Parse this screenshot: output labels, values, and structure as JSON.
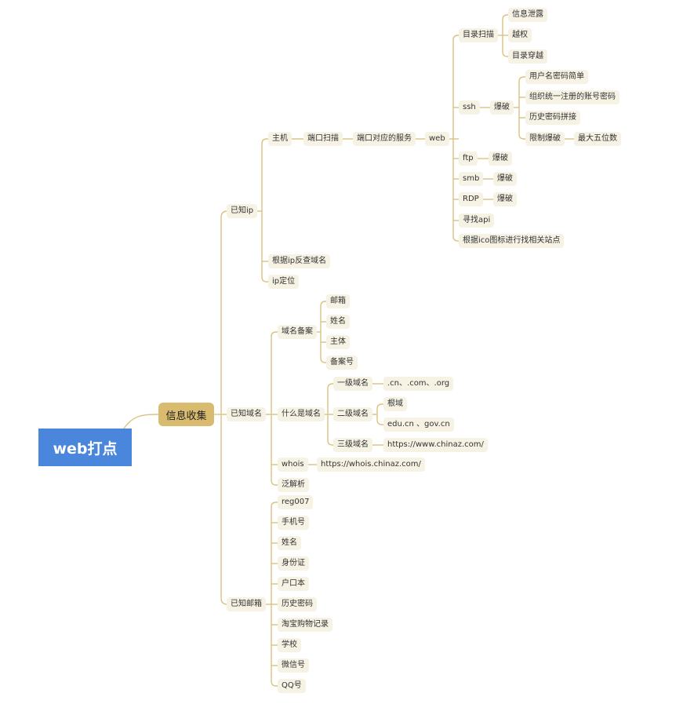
{
  "colors": {
    "root": "#4a86dc",
    "level1": "#d8bb6e",
    "node": "#f6f2e4",
    "line": "#d9c382"
  },
  "root": "web打点",
  "level1": "信息收集",
  "ip": {
    "label": "已知ip",
    "host": "主机",
    "port_scan": "端口扫描",
    "port_service": "端口对应的服务",
    "web": "web",
    "dir_scan": "目录扫描",
    "dir_children": [
      "信息泄露",
      "越权",
      "目录穿越"
    ],
    "ssh": "ssh",
    "ssh_brute": "爆破",
    "ssh_children": [
      "用户名密码简单",
      "组织统一注册的账号密码",
      "历史密码拼接"
    ],
    "limited_brute": "限制爆破",
    "max_five": "最大五位数",
    "ftp": "ftp",
    "ftp_brute": "爆破",
    "smb": "smb",
    "smb_brute": "爆破",
    "rdp": "RDP",
    "rdp_brute": "爆破",
    "find_api": "寻找api",
    "ico_search": "根据ico图标进行找相关站点",
    "reverse_domain": "根据ip反查域名",
    "ip_locate": "ip定位"
  },
  "domain": {
    "label": "已知域名",
    "beian": "域名备案",
    "beian_children": [
      "邮箱",
      "姓名",
      "主体",
      "备案号"
    ],
    "what": "什么是域名",
    "l1": "一级域名",
    "l1_ex": ".cn、.com、.org",
    "l2": "二级域名",
    "l2_children": [
      "根域",
      "edu.cn 、gov.cn"
    ],
    "l3": "三级域名",
    "l3_ex": "https://www.chinaz.com/",
    "whois": "whois",
    "whois_url": "https://whois.chinaz.com/",
    "pan": "泛解析"
  },
  "email": {
    "label": "已知邮箱",
    "children": [
      "reg007",
      "手机号",
      "姓名",
      "身份证",
      "户口本",
      "历史密码",
      "淘宝购物记录",
      "学校",
      "微信号",
      "QQ号"
    ]
  }
}
